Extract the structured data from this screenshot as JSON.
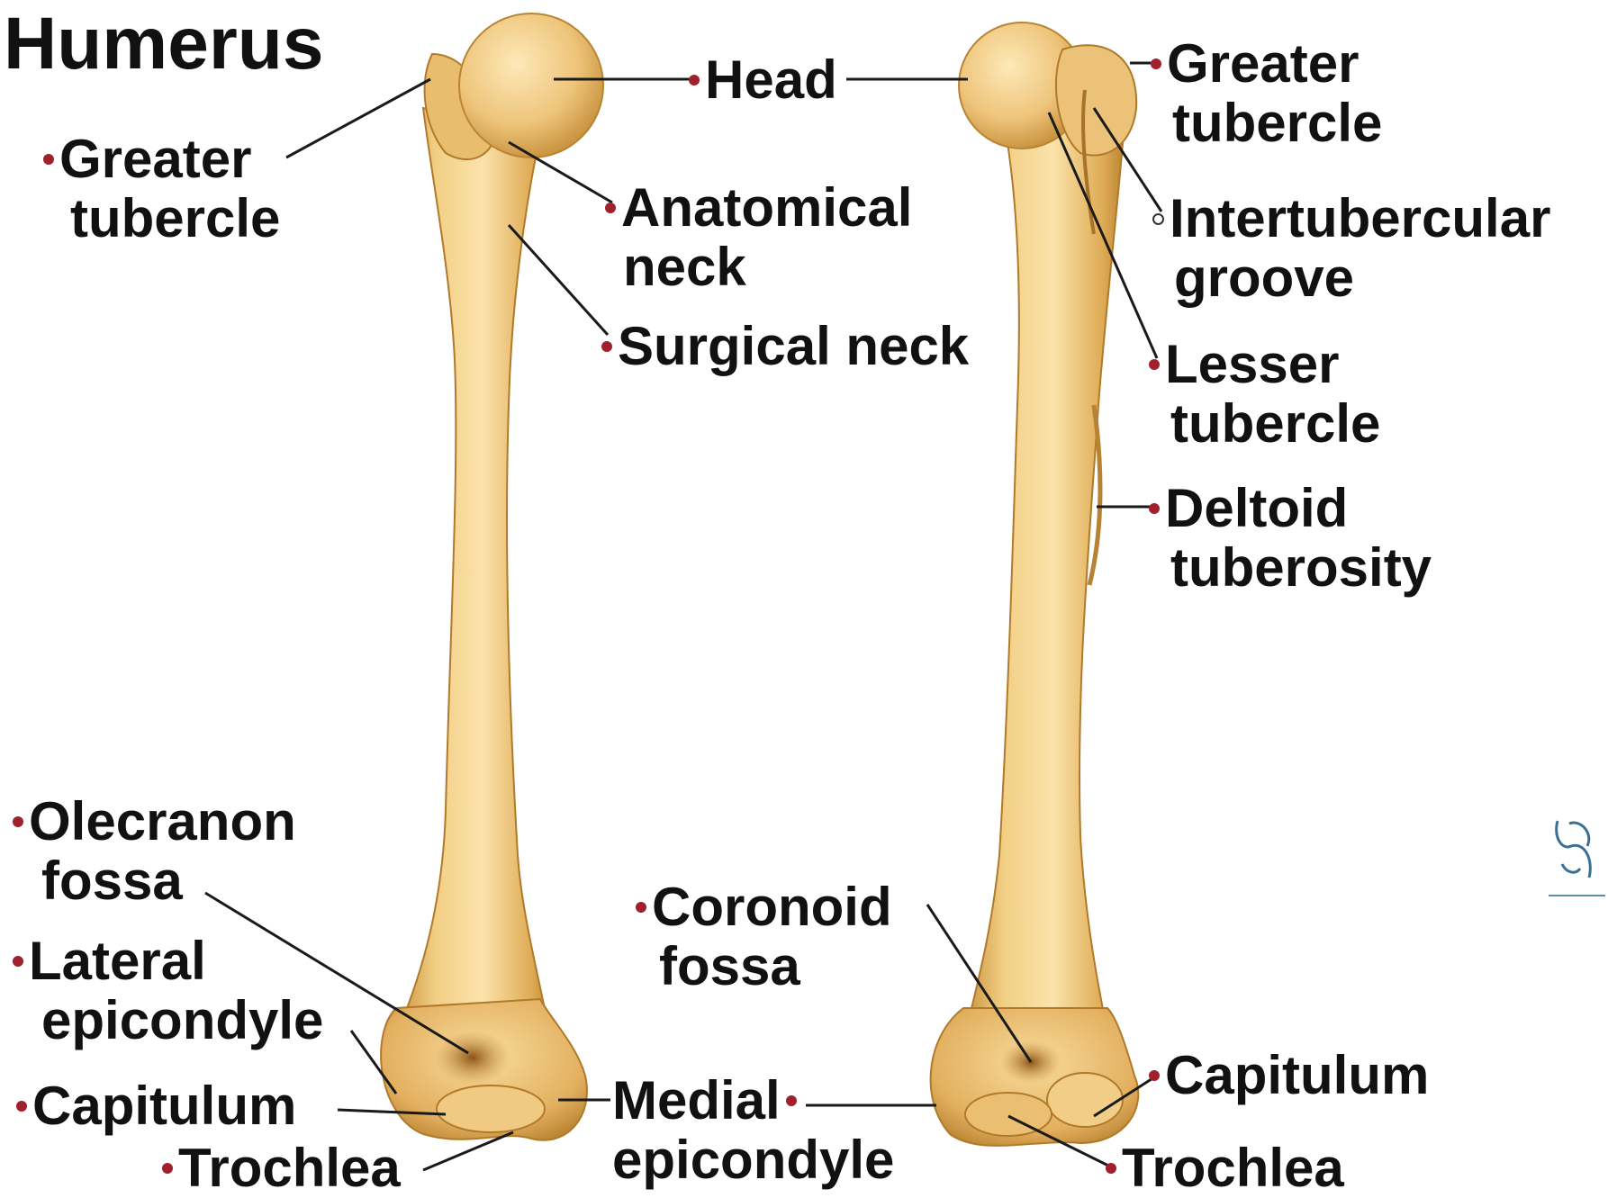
{
  "title": "Humerus",
  "colors": {
    "bone_light": "#f4d592",
    "bone_mid": "#e2b25a",
    "bone_dark": "#b88430",
    "leader_line": "#1a1a1a",
    "dot": "#a0202c",
    "text": "#111111"
  },
  "labels": {
    "head": "Head",
    "greater_tubercle_left_1": "Greater",
    "greater_tubercle_left_2": "tubercle",
    "anatomical_neck_1": "Anatomical",
    "anatomical_neck_2": "neck",
    "surgical_neck": "Surgical neck",
    "greater_tubercle_right_1": "Greater",
    "greater_tubercle_right_2": "tubercle",
    "intertubercular_groove_1": "Intertubercular",
    "intertubercular_groove_2": "groove",
    "lesser_tubercle_1": "Lesser",
    "lesser_tubercle_2": "tubercle",
    "deltoid_tuberosity_1": "Deltoid",
    "deltoid_tuberosity_2": "tuberosity",
    "olecranon_fossa_1": "Olecranon",
    "olecranon_fossa_2": "fossa",
    "lateral_epicondyle_1": "Lateral",
    "lateral_epicondyle_2": "epicondyle",
    "capitulum_left": "Capitulum",
    "trochlea_left": "Trochlea",
    "medial_epicondyle_1": "Medial",
    "medial_epicondyle_2": "epicondyle",
    "coronoid_fossa_1": "Coronoid",
    "coronoid_fossa_2": "fossa",
    "capitulum_right": "Capitulum",
    "trochlea_right": "Trochlea"
  },
  "logo_icon": "publisher-logo-icon"
}
